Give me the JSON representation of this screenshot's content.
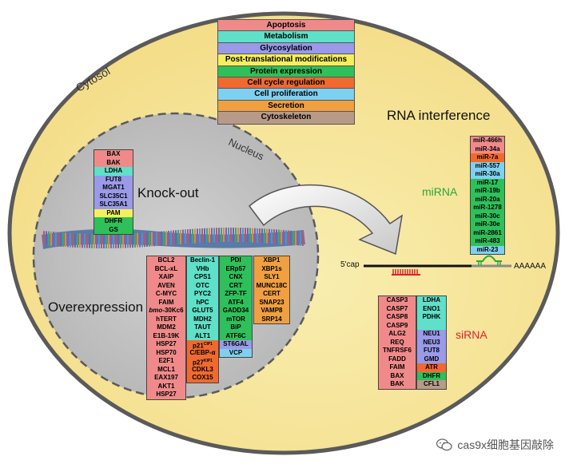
{
  "labels": {
    "cytosol": "Cytosol",
    "nucleus": "Nucleus",
    "knockout": "Knock-out",
    "overexpression": "Overexpression",
    "rna_interference": "RNA interference",
    "mirna": "miRNA",
    "sirna": "siRNA",
    "cap": "5'cap",
    "polya": "AAAAAA"
  },
  "legend": [
    {
      "label": "Apoptosis",
      "color": "#f08a8a"
    },
    {
      "label": "Metabolism",
      "color": "#5fe0c8"
    },
    {
      "label": "Glycosylation",
      "color": "#9a9ae8"
    },
    {
      "label": "Post-translational modifications",
      "color": "#f5f05a"
    },
    {
      "label": "Protein expression",
      "color": "#2ec05a"
    },
    {
      "label": "Cell cycle regulation",
      "color": "#f06a30"
    },
    {
      "label": "Cell proliferation",
      "color": "#7fd0ee"
    },
    {
      "label": "Secretion",
      "color": "#f0a040"
    },
    {
      "label": "Cytoskeleton",
      "color": "#b89a88"
    }
  ],
  "knockout_genes": [
    {
      "name": "BAX",
      "cat": "apoptosis"
    },
    {
      "name": "BAK",
      "cat": "apoptosis"
    },
    {
      "name": "LDHA",
      "cat": "metabolism"
    },
    {
      "name": "FUT8",
      "cat": "glycosylation"
    },
    {
      "name": "MGAT1",
      "cat": "glycosylation"
    },
    {
      "name": "SLC35C1",
      "cat": "glycosylation"
    },
    {
      "name": "SLC35A1",
      "cat": "glycosylation"
    },
    {
      "name": "PAM",
      "cat": "ptm"
    },
    {
      "name": "DHFR",
      "cat": "protein"
    },
    {
      "name": "GS",
      "cat": "protein"
    }
  ],
  "overexpression_cols": [
    [
      {
        "name": "BCL2",
        "cat": "apoptosis"
      },
      {
        "name": "BCL-xL",
        "cat": "apoptosis"
      },
      {
        "name": "XAIP",
        "cat": "apoptosis"
      },
      {
        "name": "AVEN",
        "cat": "apoptosis"
      },
      {
        "name": "C-MYC",
        "cat": "apoptosis"
      },
      {
        "name": "FAIM",
        "cat": "apoptosis"
      },
      {
        "name": "bmo-30Kc6",
        "cat": "apoptosis",
        "italic": "bmo",
        "rest": "-30Kc6"
      },
      {
        "name": "hTERT",
        "cat": "apoptosis"
      },
      {
        "name": "MDM2",
        "cat": "apoptosis"
      },
      {
        "name": "E1B-19K",
        "cat": "apoptosis"
      },
      {
        "name": "HSP27",
        "cat": "apoptosis"
      },
      {
        "name": "HSP70",
        "cat": "apoptosis"
      },
      {
        "name": "E2F1",
        "cat": "apoptosis"
      },
      {
        "name": "MCL1",
        "cat": "apoptosis"
      },
      {
        "name": "EAX197",
        "cat": "apoptosis"
      },
      {
        "name": "AKT1",
        "cat": "apoptosis"
      },
      {
        "name": "HSP27",
        "cat": "apoptosis"
      }
    ],
    [
      {
        "name": "Beclin-1",
        "cat": "metabolism"
      },
      {
        "name": "VHb",
        "cat": "metabolism"
      },
      {
        "name": "CPS1",
        "cat": "metabolism"
      },
      {
        "name": "OTC",
        "cat": "metabolism"
      },
      {
        "name": "PYC2",
        "cat": "metabolism"
      },
      {
        "name": "hPC",
        "cat": "metabolism"
      },
      {
        "name": "GLUT5",
        "cat": "metabolism"
      },
      {
        "name": "MDH2",
        "cat": "metabolism"
      },
      {
        "name": "TAUT",
        "cat": "metabolism"
      },
      {
        "name": "ALT1",
        "cat": "metabolism"
      },
      {
        "name": "p21",
        "sup": "CIP1",
        "cat": "cellcycle"
      },
      {
        "name": "C/EBP-α",
        "cat": "cellcycle"
      },
      {
        "name": "p27",
        "sup": "KIP1",
        "cat": "cellcycle"
      },
      {
        "name": "CDKL3",
        "cat": "cellcycle"
      },
      {
        "name": "COX15",
        "cat": "cellcycle"
      }
    ],
    [
      {
        "name": "PDI",
        "cat": "protein"
      },
      {
        "name": "ERp57",
        "cat": "protein"
      },
      {
        "name": "CNX",
        "cat": "protein"
      },
      {
        "name": "CRT",
        "cat": "protein"
      },
      {
        "name": "ZFP-TF",
        "cat": "protein"
      },
      {
        "name": "ATF4",
        "cat": "protein"
      },
      {
        "name": "GADD34",
        "cat": "protein"
      },
      {
        "name": "mTOR",
        "cat": "protein"
      },
      {
        "name": "BiP",
        "cat": "protein"
      },
      {
        "name": "ATF6C",
        "cat": "protein"
      },
      {
        "name": "ST6GAL",
        "cat": "glycosylation"
      },
      {
        "name": "VCP",
        "cat": "proliferation"
      }
    ],
    [
      {
        "name": "XBP1",
        "cat": "secretion"
      },
      {
        "name": "XBP1s",
        "cat": "secretion"
      },
      {
        "name": "SLY1",
        "cat": "secretion"
      },
      {
        "name": "MUNC18C",
        "cat": "secretion"
      },
      {
        "name": "CERT",
        "cat": "secretion"
      },
      {
        "name": "SNAP23",
        "cat": "secretion"
      },
      {
        "name": "VAMP8",
        "cat": "secretion"
      },
      {
        "name": "SRP14",
        "cat": "secretion"
      }
    ]
  ],
  "mirna_genes": [
    {
      "name": "miR-466h",
      "cat": "apoptosis"
    },
    {
      "name": "miR-34a",
      "cat": "apoptosis"
    },
    {
      "name": "miR-7a",
      "cat": "cellcycle"
    },
    {
      "name": "miR-557",
      "cat": "proliferation"
    },
    {
      "name": "miR-30a",
      "cat": "proliferation"
    },
    {
      "name": "miR-17",
      "cat": "protein"
    },
    {
      "name": "miR-19b",
      "cat": "protein"
    },
    {
      "name": "miR-20a",
      "cat": "protein"
    },
    {
      "name": "miR-1278",
      "cat": "protein"
    },
    {
      "name": "miR-30c",
      "cat": "protein"
    },
    {
      "name": "miR-30e",
      "cat": "protein"
    },
    {
      "name": "miR-2861",
      "cat": "protein"
    },
    {
      "name": "miR-483",
      "cat": "protein"
    },
    {
      "name": "miR-23",
      "cat": "proliferation"
    }
  ],
  "sirna_cols": [
    [
      {
        "name": "CASP3",
        "cat": "apoptosis"
      },
      {
        "name": "CASP7",
        "cat": "apoptosis"
      },
      {
        "name": "CASP8",
        "cat": "apoptosis"
      },
      {
        "name": "CASP9",
        "cat": "apoptosis"
      },
      {
        "name": "ALG2",
        "cat": "apoptosis"
      },
      {
        "name": "REQ",
        "cat": "apoptosis"
      },
      {
        "name": "TNFRSF6",
        "cat": "apoptosis"
      },
      {
        "name": "FADD",
        "cat": "apoptosis"
      },
      {
        "name": "FAIM",
        "cat": "apoptosis"
      },
      {
        "name": "BAX",
        "cat": "apoptosis"
      },
      {
        "name": "BAK",
        "cat": "apoptosis"
      }
    ],
    [
      {
        "name": "LDHA",
        "cat": "metabolism"
      },
      {
        "name": "ENO1",
        "cat": "metabolism"
      },
      {
        "name": "PDHK",
        "cat": "metabolism"
      },
      {
        "name": "",
        "cat": "metabolism"
      },
      {
        "name": "NEU1",
        "cat": "glycosylation"
      },
      {
        "name": "NEU3",
        "cat": "glycosylation"
      },
      {
        "name": "FUT8",
        "cat": "glycosylation"
      },
      {
        "name": "GMD",
        "cat": "glycosylation"
      },
      {
        "name": "ATR",
        "cat": "cellcycle"
      },
      {
        "name": "DHFR",
        "cat": "protein"
      },
      {
        "name": "CFL1",
        "cat": "cytoskeleton"
      }
    ]
  ],
  "category_colors": {
    "apoptosis": "#f08a8a",
    "metabolism": "#5fe0c8",
    "glycosylation": "#9a9ae8",
    "ptm": "#f5f05a",
    "protein": "#2ec05a",
    "cellcycle": "#f06a30",
    "proliferation": "#7fd0ee",
    "secretion": "#f0a040",
    "cytoskeleton": "#b89a88"
  },
  "colors": {
    "cell_fill": "#f7e9a4",
    "cell_edge": "#5a5a5a",
    "nucleus_fill": "#c6c6c6",
    "nucleus_edge": "#5a5a5a",
    "mirna_label": "#27a83a",
    "sirna_label": "#e0202a"
  },
  "footer": {
    "icon": "wechat-icon",
    "text": "cas9x细胞基因敲除"
  }
}
